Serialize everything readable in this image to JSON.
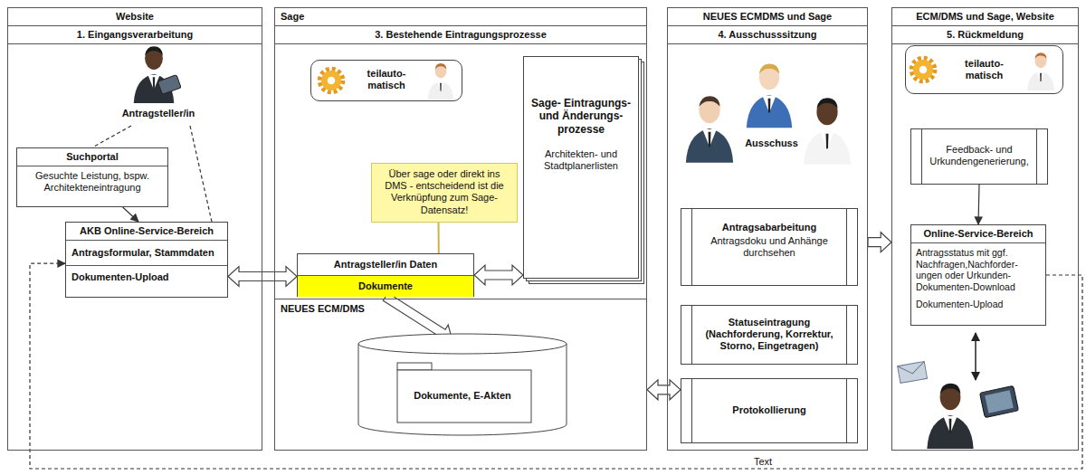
{
  "diagram": {
    "nodes": [
      {
        "text": [
          "Website",
          "1. Eingangsverarbeitung"
        ]
      },
      {
        "text": [
          "Antragsteller/in"
        ],
        "in": 0
      },
      {
        "text": [
          "Suchportal",
          "Gesuchte Leistung, bspw. Architekteneintragung"
        ],
        "in": 0
      },
      {
        "text": [
          "AKB Online-Service-Bereich",
          "Antragsformular, Stammdaten",
          "Dokumenten-Upload"
        ],
        "in": 0
      },
      {
        "text": [
          "Sage",
          "3. Bestehende Eintragungsprozesse"
        ]
      },
      {
        "text": [
          "teilauto- matisch"
        ],
        "in": 4
      },
      {
        "text": [
          "Sage- Eintragungs- und Änderungs- prozesse",
          "Architekten- und Stadtplanerlisten"
        ],
        "in": 4
      },
      {
        "text": [
          "Über sage oder direkt ins DMS - entscheidend ist die Verknüpfung zum Sage-Datensatz!"
        ],
        "in": 4
      },
      {
        "text": [
          "Antragsteller/in Daten",
          "Dokumente"
        ],
        "in": 4
      },
      {
        "text": [
          "NEUES ECM/DMS"
        ],
        "in": 4
      },
      {
        "text": [
          "Dokumente, E-Akten"
        ],
        "in": 9
      },
      {
        "text": [
          "NEUES ECMDMS und Sage",
          "4. Ausschusssitzung"
        ]
      },
      {
        "text": [
          "Ausschuss"
        ],
        "in": 11
      },
      {
        "text": [
          "Antragsabarbeitung",
          "Antragsdoku und Anhänge durchsehen"
        ],
        "in": 11
      },
      {
        "text": [
          "Statuseintragung (Nachforderung, Korrektur, Storno, Eingetragen)"
        ],
        "in": 11
      },
      {
        "text": [
          "Protokollierung"
        ],
        "in": 11
      },
      {
        "text": [
          "ECM/DMS und Sage, Website",
          "5. Rückmeldung"
        ]
      },
      {
        "text": [
          "teilauto- matisch"
        ],
        "in": 16
      },
      {
        "text": [
          "Feedback- und Urkundengenerierung,"
        ],
        "in": 16
      },
      {
        "text": [
          "Online-Service-Bereich",
          "Antragsstatus mit ggf. Nachfragen,Nachforder- ungen oder Urkunden- Dokumenten-Download",
          "Dokumenten-Upload"
        ],
        "in": 16
      }
    ],
    "edges": [
      {
        "from": 1,
        "to": 2,
        "arrow": "none"
      },
      {
        "from": 1,
        "to": 3,
        "arrow": "none"
      },
      {
        "from": 2,
        "to": 3,
        "arrow": "to"
      },
      {
        "from": 3,
        "to": 8,
        "arrow": "both"
      },
      {
        "from": 8,
        "to": 6,
        "arrow": "both"
      },
      {
        "from": 7,
        "to": 8,
        "arrow": "none"
      },
      {
        "from": 8,
        "to": 10,
        "arrow": "to"
      },
      {
        "from": 9,
        "to": 15,
        "arrow": "both"
      },
      {
        "from": 11,
        "to": 16,
        "arrow": "to"
      },
      {
        "from": 18,
        "to": 19,
        "arrow": "to"
      },
      {
        "from": 19,
        "to": 3,
        "label": "Text",
        "arrow": "to"
      }
    ]
  }
}
